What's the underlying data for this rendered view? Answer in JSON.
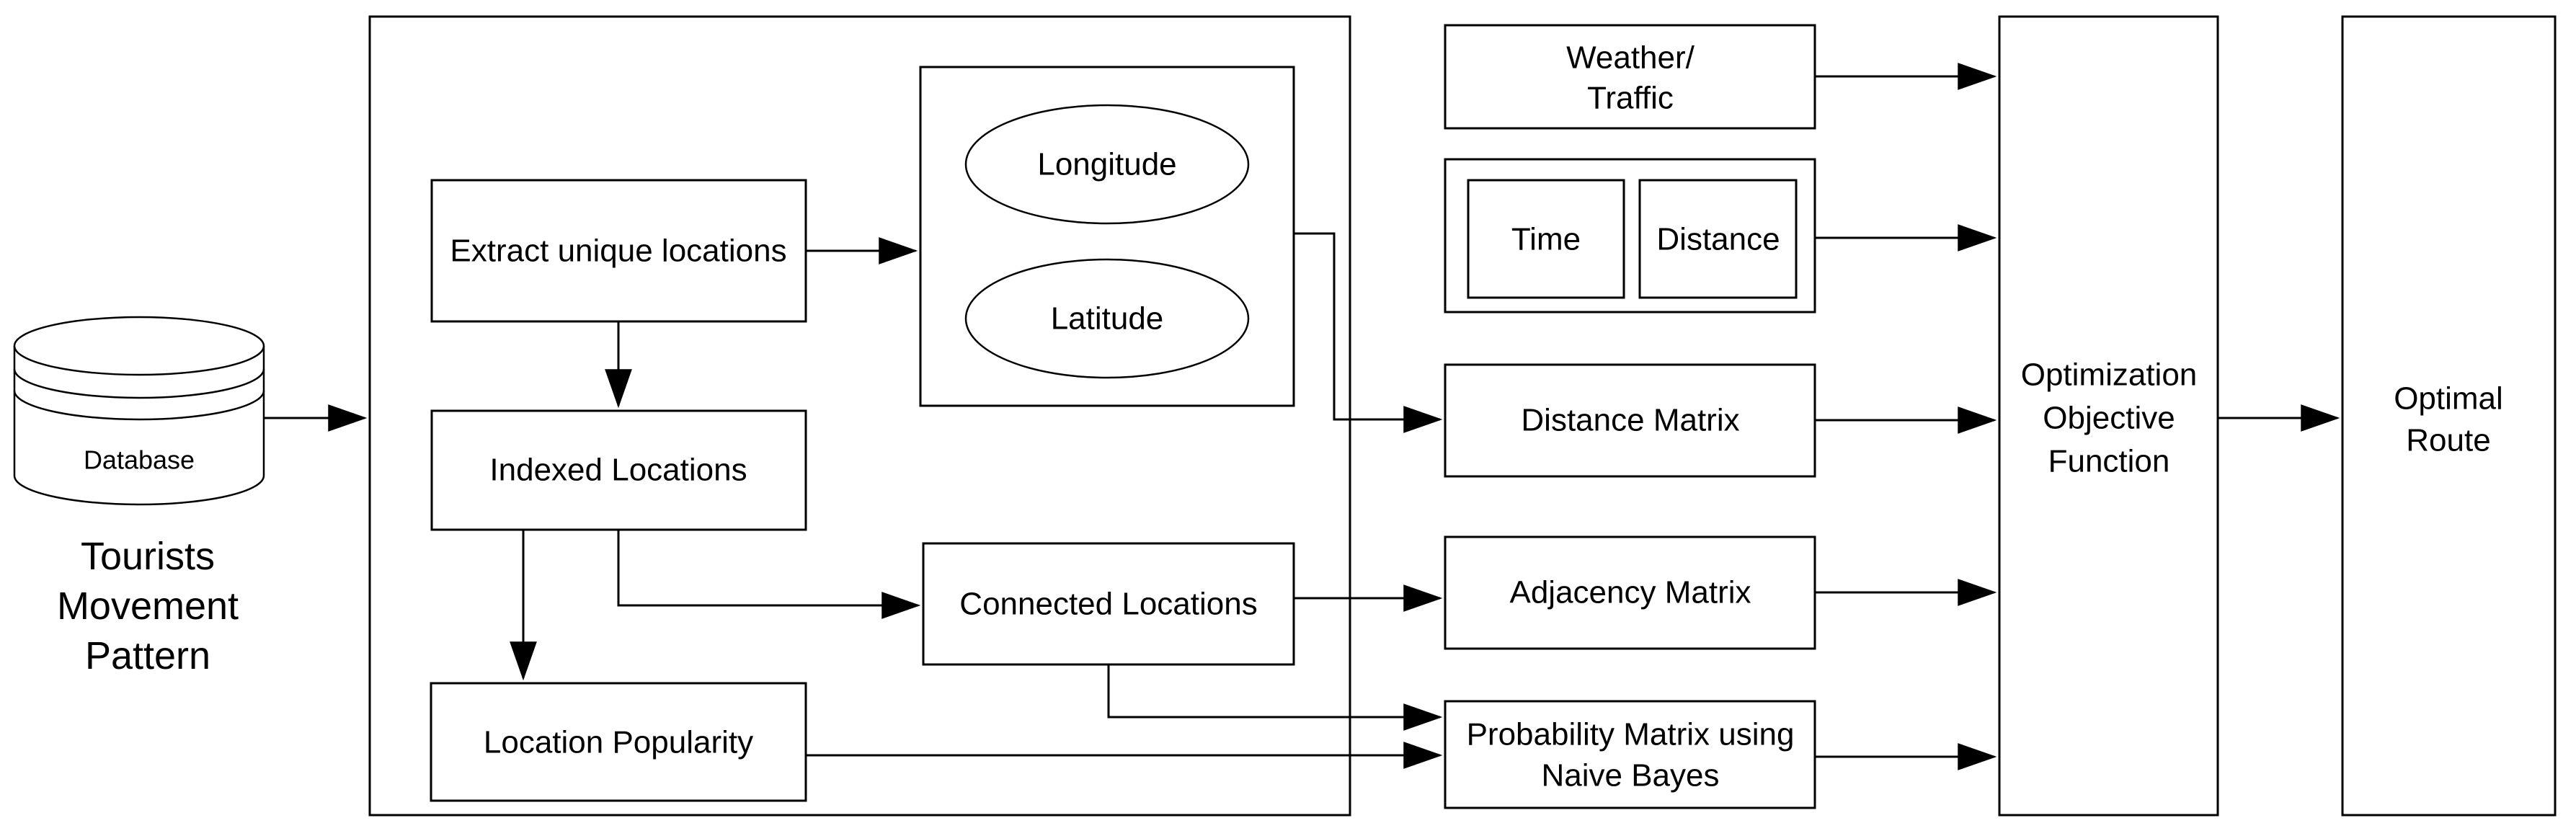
{
  "diagram": {
    "colors": {
      "background": "#ffffff",
      "stroke": "#000000",
      "text": "#000000"
    },
    "database": {
      "label": "Database",
      "caption": [
        "Tourists",
        "Movement",
        "Pattern"
      ]
    },
    "pipeline": {
      "extract": "Extract unique locations",
      "longitude": "Longitude",
      "latitude": "Latitude",
      "indexed": "Indexed Locations",
      "connected": "Connected Locations",
      "popularity": "Location Popularity"
    },
    "inputs": {
      "weather": [
        "Weather/",
        "Traffic"
      ],
      "time": "Time",
      "distance": "Distance"
    },
    "matrices": {
      "distance": "Distance Matrix",
      "adjacency": "Adjacency Matrix",
      "probability": [
        "Probability Matrix using",
        "Naive Bayes"
      ]
    },
    "outputs": {
      "optimization": [
        "Optimization",
        "Objective",
        "Function"
      ],
      "optimal_route": [
        "Optimal",
        "Route"
      ]
    }
  }
}
